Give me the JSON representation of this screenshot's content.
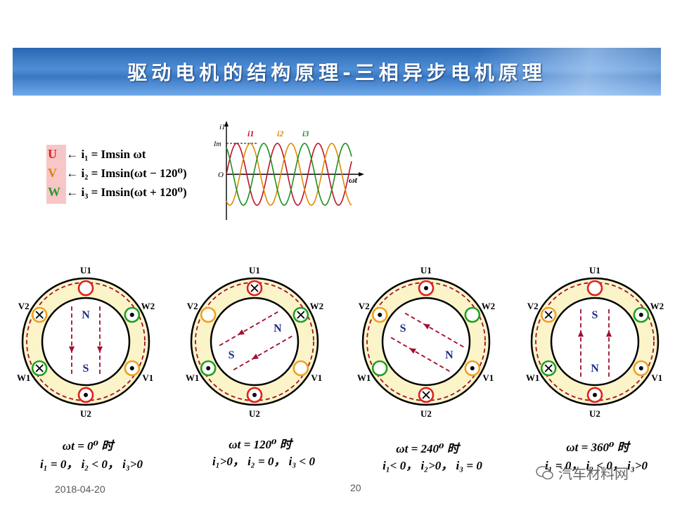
{
  "title": "驱动电机的结构原理-三相异步电机原理",
  "equations": [
    {
      "phase": "U",
      "color": "#e02020",
      "formula": "← i₁ = Imsin ωt"
    },
    {
      "phase": "V",
      "color": "#e08000",
      "formula": "← i₂ = Imsin(ωt − 120⁰)"
    },
    {
      "phase": "W",
      "color": "#2a9a2a",
      "formula": "← i₃ = Imsin(ωt + 120⁰)"
    }
  ],
  "waveform": {
    "y_axis_label": "i1",
    "amp_label": "Im",
    "origin_label": "O",
    "x_axis_label": "ωt",
    "series": [
      {
        "name": "i1",
        "color": "#c0102a"
      },
      {
        "name": "i2",
        "color": "#e08a00"
      },
      {
        "name": "i3",
        "color": "#1f8f1f"
      }
    ]
  },
  "colors": {
    "U": "#e02020",
    "V": "#f0a020",
    "W": "#20a020",
    "flux": "#a01030",
    "yoke": "#fbf4c8"
  },
  "labels": {
    "U1": "U1",
    "U2": "U2",
    "V1": "V1",
    "V2": "V2",
    "W1": "W1",
    "W2": "W2",
    "N": "N",
    "S": "S"
  },
  "stages": [
    {
      "time_caption": "ωt = 0⁰ 时",
      "current_caption": "i₁ = 0， i₂ < 0，  i₃>0",
      "U1": "empty",
      "U2": "dot",
      "V1": "dot",
      "V2": "cross",
      "W1": "cross",
      "W2": "dot"
    },
    {
      "time_caption": "ωt = 120⁰ 时",
      "current_caption": "i₁>0， i₂ = 0， i₃ < 0",
      "U1": "cross",
      "U2": "dot",
      "V1": "empty",
      "V2": "empty",
      "W1": "dot",
      "W2": "cross"
    },
    {
      "time_caption": "ωt = 240⁰ 时",
      "current_caption": "i₁< 0， i₂>0， i₃ = 0",
      "U1": "dot",
      "U2": "cross",
      "V1": "dot",
      "V2": "dot",
      "W1": "empty",
      "W2": "empty"
    },
    {
      "time_caption": "ωt = 360⁰ 时",
      "current_caption": "i₁ = 0， i₂ < 0，  i₃>0",
      "U1": "empty",
      "U2": "dot",
      "V1": "dot",
      "V2": "cross",
      "W1": "cross",
      "W2": "dot"
    }
  ],
  "footer": {
    "date": "2018-04-20",
    "page": "20",
    "watermark": "汽车材料网"
  }
}
